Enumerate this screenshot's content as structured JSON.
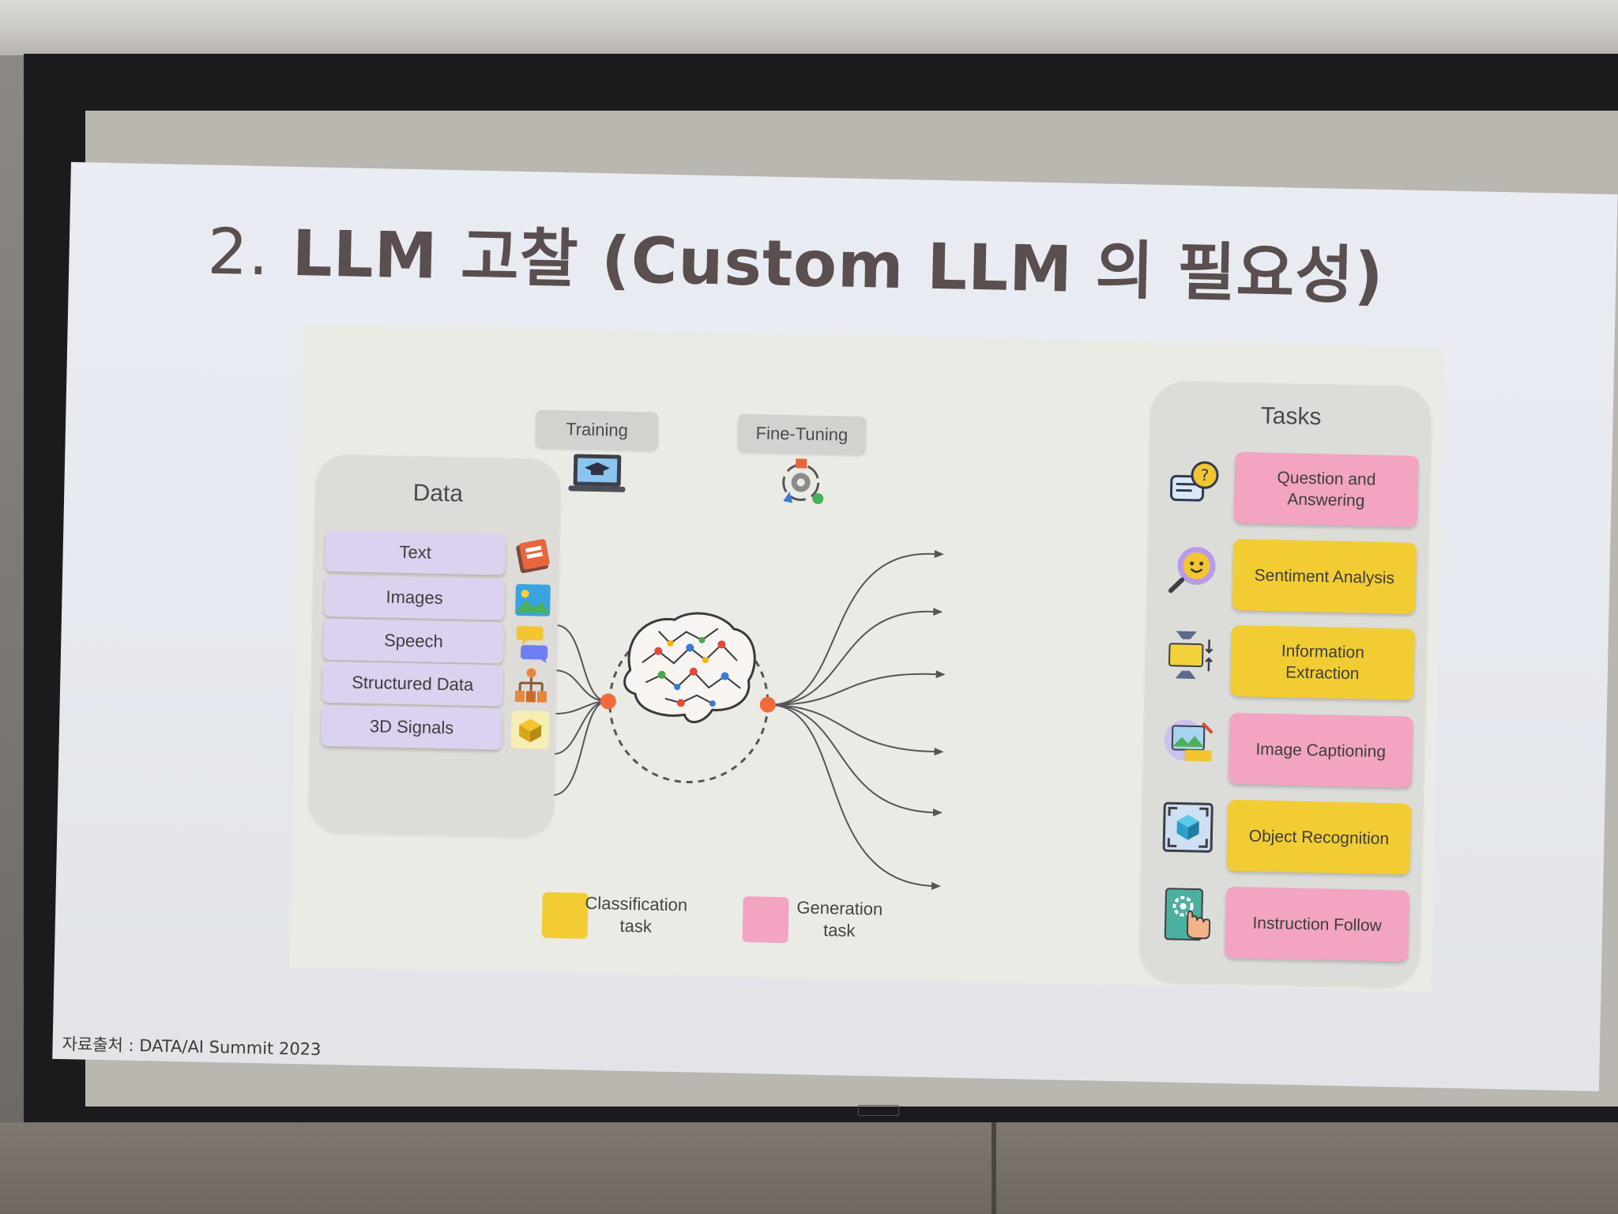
{
  "slide": {
    "title_number": "2.",
    "title_text": "LLM 고찰 (Custom LLM 의 필요성)",
    "source": "자료출처 : DATA/AI Summit 2023"
  },
  "diagram": {
    "data_panel": {
      "title": "Data",
      "items": [
        {
          "label": "Text",
          "icon": "book-icon"
        },
        {
          "label": "Images",
          "icon": "image-icon"
        },
        {
          "label": "Speech",
          "icon": "speech-bubbles-icon"
        },
        {
          "label": "Structured Data",
          "icon": "hierarchy-icon"
        },
        {
          "label": "3D Signals",
          "icon": "cube-icon"
        }
      ]
    },
    "training": {
      "label": "Training",
      "icon": "laptop-graduation-icon"
    },
    "fine_tuning": {
      "label": "Fine-Tuning",
      "icon": "gear-cycle-icon"
    },
    "center": {
      "icon": "brain-icon"
    },
    "tasks_panel": {
      "title": "Tasks",
      "items": [
        {
          "label": "Question and Answering",
          "kind": "generation",
          "icon": "chat-question-icon"
        },
        {
          "label": "Sentiment Analysis",
          "kind": "classification",
          "icon": "smiley-magnifier-icon"
        },
        {
          "label": "Information Extraction",
          "kind": "classification",
          "icon": "funnel-folder-icon"
        },
        {
          "label": "Image Captioning",
          "kind": "generation",
          "icon": "image-caption-icon"
        },
        {
          "label": "Object Recognition",
          "kind": "classification",
          "icon": "cube-scan-icon"
        },
        {
          "label": "Instruction Follow",
          "kind": "generation",
          "icon": "hand-gear-book-icon"
        }
      ]
    },
    "legend": [
      {
        "label": "Classification task",
        "color": "#f2cc33"
      },
      {
        "label": "Generation task",
        "color": "#f2a4c2"
      }
    ],
    "colors": {
      "classification": "#f2cc33",
      "generation": "#f2a4c2",
      "data_item": "#dcd1ee",
      "connector": "#f26a3c"
    }
  }
}
